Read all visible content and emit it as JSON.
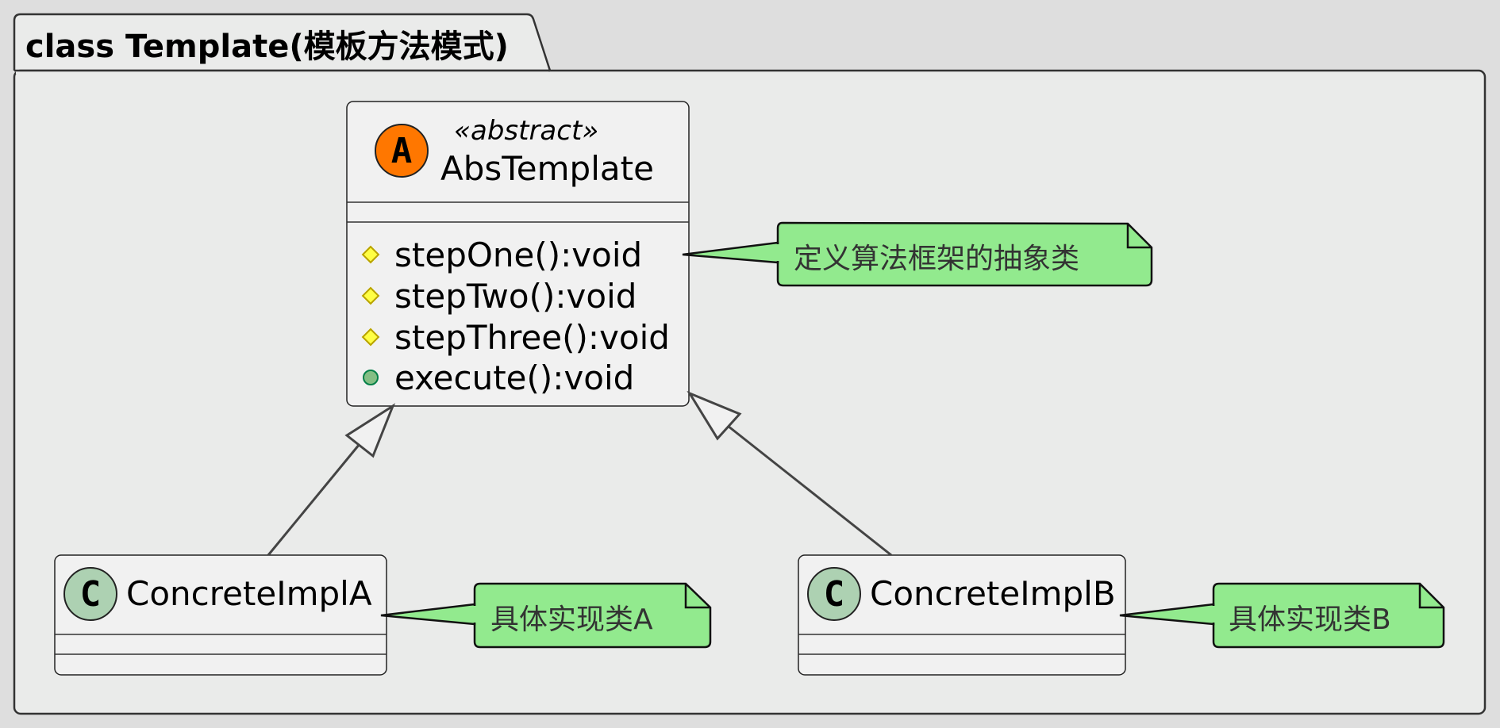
{
  "diagram": {
    "package": {
      "title": "class Template(模板方法模式)"
    },
    "classes": [
      {
        "id": "abs",
        "kind_letter": "A",
        "stereotype": "«abstract»",
        "name": "AbsTemplate",
        "methods": [
          {
            "visibility": "protected",
            "signature": "stepOne():void"
          },
          {
            "visibility": "protected",
            "signature": "stepTwo():void"
          },
          {
            "visibility": "protected",
            "signature": "stepThree():void"
          },
          {
            "visibility": "public",
            "signature": "execute():void"
          }
        ]
      },
      {
        "id": "implA",
        "kind_letter": "C",
        "name": "ConcreteImplA",
        "methods": []
      },
      {
        "id": "implB",
        "kind_letter": "C",
        "name": "ConcreteImplB",
        "methods": []
      }
    ],
    "notes": [
      {
        "target": "abs",
        "text": "定义算法框架的抽象类"
      },
      {
        "target": "implA",
        "text": "具体实现类A"
      },
      {
        "target": "implB",
        "text": "具体实现类B"
      }
    ],
    "relations": [
      {
        "type": "inheritance",
        "from": "implA",
        "to": "abs"
      },
      {
        "type": "inheritance",
        "from": "implB",
        "to": "abs"
      }
    ],
    "colors": {
      "background": "#dedede",
      "package_fill": "#eaebea",
      "class_fill": "#f1f1f1",
      "note_fill": "#92ea8e",
      "abstract_badge": "#ff7700",
      "concrete_badge": "#add1b2"
    }
  }
}
